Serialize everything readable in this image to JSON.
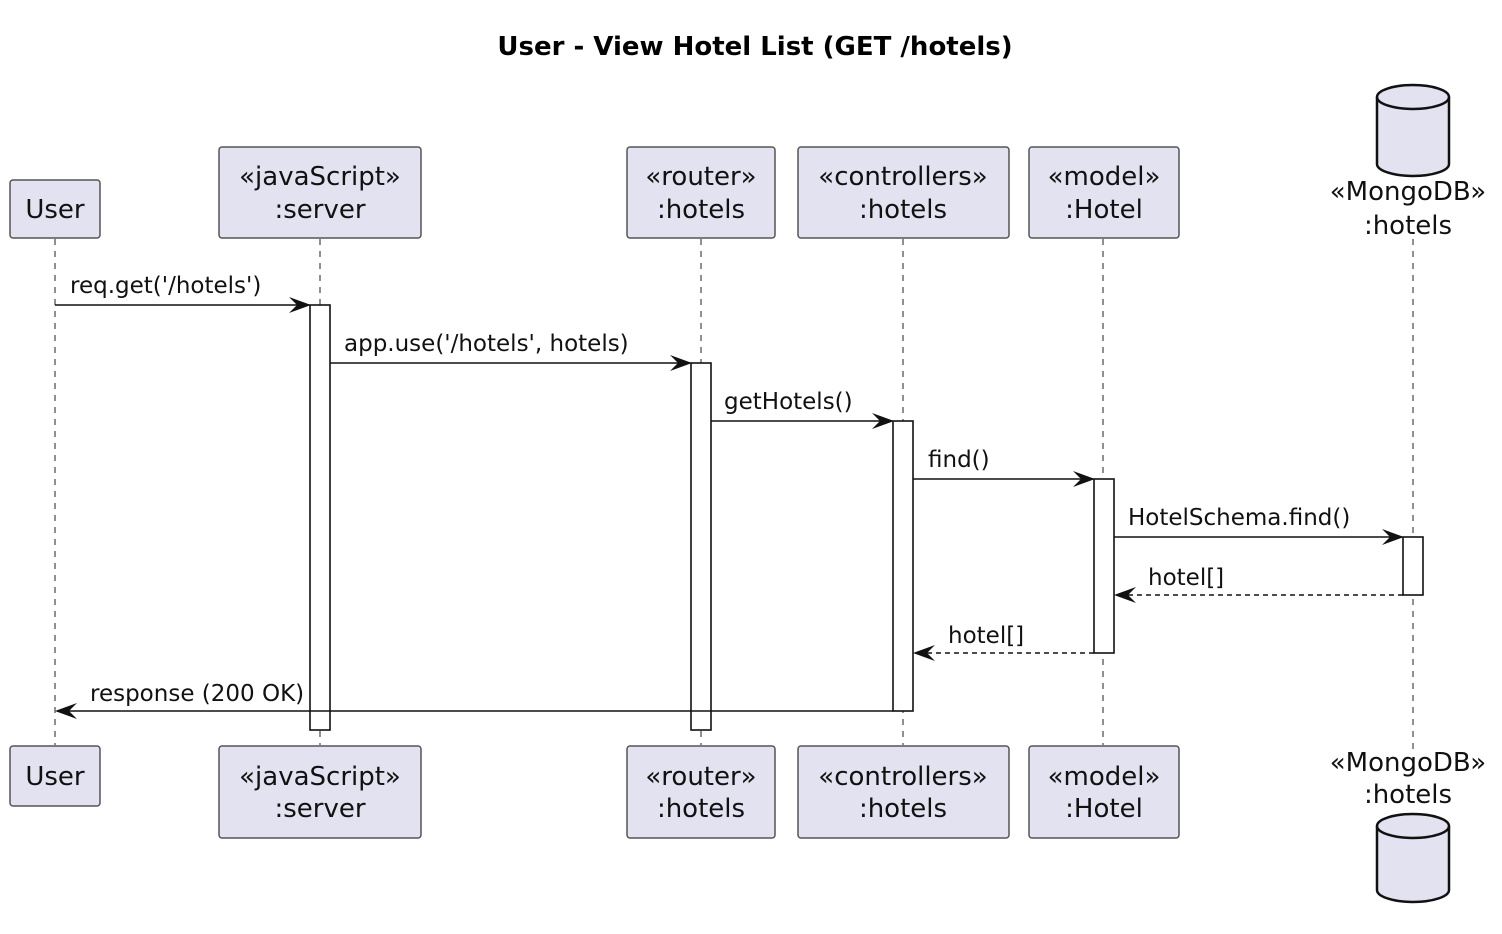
{
  "title": "User - View Hotel List (GET /hotels)",
  "participants": [
    {
      "id": "user",
      "kind": "participant",
      "lines": [
        "User"
      ]
    },
    {
      "id": "server",
      "kind": "participant",
      "lines": [
        "«javaScript»",
        ":server"
      ]
    },
    {
      "id": "router",
      "kind": "participant",
      "lines": [
        "«router»",
        ":hotels"
      ]
    },
    {
      "id": "controller",
      "kind": "participant",
      "lines": [
        "«controllers»",
        ":hotels"
      ]
    },
    {
      "id": "model",
      "kind": "participant",
      "lines": [
        "«model»",
        ":Hotel"
      ]
    },
    {
      "id": "db",
      "kind": "database",
      "lines": [
        "«MongoDB»",
        ":hotels"
      ]
    }
  ],
  "messages": [
    {
      "from": "user",
      "to": "server",
      "label": "req.get('/hotels')",
      "type": "sync"
    },
    {
      "from": "server",
      "to": "router",
      "label": "app.use('/hotels', hotels)",
      "type": "sync"
    },
    {
      "from": "router",
      "to": "controller",
      "label": "getHotels()",
      "type": "sync"
    },
    {
      "from": "controller",
      "to": "model",
      "label": "find()",
      "type": "sync"
    },
    {
      "from": "model",
      "to": "db",
      "label": "HotelSchema.find()",
      "type": "sync"
    },
    {
      "from": "db",
      "to": "model",
      "label": "hotel[]",
      "type": "return"
    },
    {
      "from": "model",
      "to": "controller",
      "label": "hotel[]",
      "type": "return"
    },
    {
      "from": "controller",
      "to": "user",
      "label": "response (200 OK)",
      "type": "sync"
    }
  ]
}
